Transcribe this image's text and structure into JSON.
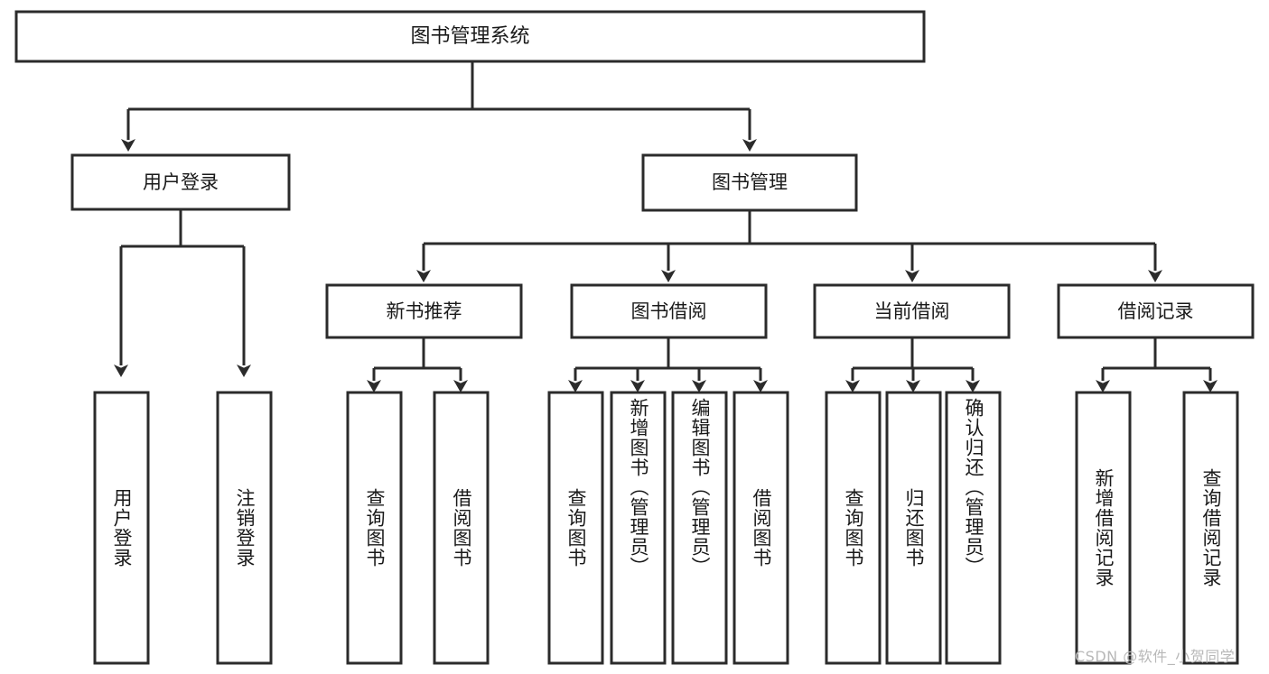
{
  "diagram": {
    "type": "tree-hierarchy-diagram",
    "title": "图书管理系统",
    "root": {
      "label": "图书管理系统"
    },
    "level1": [
      {
        "label": "用户登录"
      },
      {
        "label": "图书管理"
      }
    ],
    "level2": [
      {
        "label": "新书推荐"
      },
      {
        "label": "图书借阅"
      },
      {
        "label": "当前借阅"
      },
      {
        "label": "借阅记录"
      }
    ],
    "leaves": {
      "user_login": [
        {
          "label": "用户登录"
        },
        {
          "label": "注销登录"
        }
      ],
      "new_book": [
        {
          "label": "查询图书"
        },
        {
          "label": "借阅图书"
        }
      ],
      "borrow_book": [
        {
          "label": "查询图书"
        },
        {
          "label": "新增图书（管理员）"
        },
        {
          "label": "编辑图书（管理员）"
        },
        {
          "label": "借阅图书"
        }
      ],
      "current_borrow": [
        {
          "label": "查询图书"
        },
        {
          "label": "归还图书"
        },
        {
          "label": "确认归还（管理员）"
        }
      ],
      "borrow_record": [
        {
          "label": "新增借阅记录"
        },
        {
          "label": "查询借阅记录"
        }
      ]
    }
  },
  "watermark": {
    "text": "CSDN @软件_小贺同学"
  },
  "colors": {
    "stroke": "#2b2b2b",
    "fill": "#ffffff",
    "text": "#1a1a1a",
    "watermark": "#b8b8b8"
  }
}
